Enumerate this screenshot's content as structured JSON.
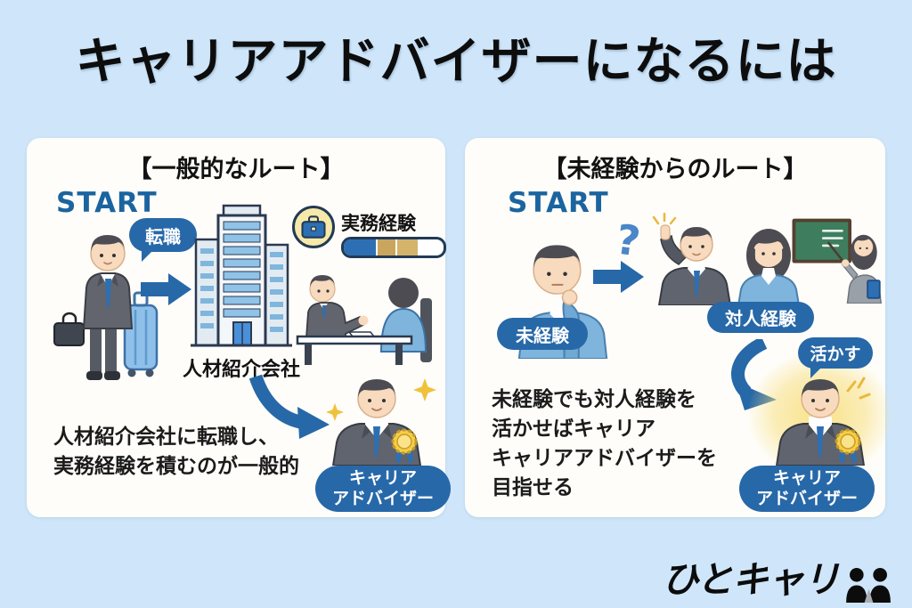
{
  "page": {
    "title": "キャリアアドバイザーになるには"
  },
  "colors": {
    "background": "#cfe6fa",
    "panel": "#fefdf9",
    "accent_blue": "#2768a8",
    "start_blue": "#1b649f",
    "text_black": "#1b1b1b",
    "badge_yellow": "#f6e9a9",
    "progress_blue": "#2d6fb3",
    "progress_tan_1": "#c9a55e",
    "progress_tan_2": "#d4b36a",
    "glow_yellow": "#f8e082",
    "rosette_yellow": "#f5cf49"
  },
  "left": {
    "heading": "【一般的なルート】",
    "start_label": "START",
    "job_change_bubble": "転職",
    "building_label": "人材紹介会社",
    "work_experience_label": "実務経験",
    "progress_segments_percent": [
      34,
      20,
      20
    ],
    "advisor_line1": "キャリア",
    "advisor_line2": "アドバイザー",
    "caption_line1": "人材紹介会社に転職し、",
    "caption_line2": "実務経験を積むのが一般的"
  },
  "right": {
    "heading": "【未経験からのルート】",
    "start_label": "START",
    "question_mark": "?",
    "inexperienced_label": "未経験",
    "interpersonal_label": "対人経験",
    "utilize_label": "活かす",
    "advisor_line1": "キャリア",
    "advisor_line2": "アドバイザー",
    "caption_line1": "未経験でも対人経験を",
    "caption_line2": "活かせばキャリア",
    "caption_line3": "キャリアアドバイザーを",
    "caption_line4": "目指せる"
  },
  "footer": {
    "logo_text": "ひとキャリ"
  }
}
